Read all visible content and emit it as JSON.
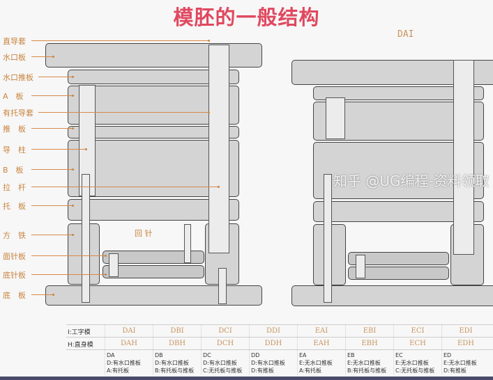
{
  "title": "模胚的一般结构",
  "model_code": "DAI",
  "return_pin_label": "回 针",
  "labels": [
    "直导套",
    "水口板",
    "水口推板",
    "A　板",
    "有托导套",
    "推　板",
    "导　柱",
    "B　板",
    "拉　杆",
    "托　板",
    "方　铁",
    "面针板",
    "底针板",
    "底　板"
  ],
  "table": {
    "rows": [
      {
        "header": "I:工字模",
        "values": [
          "DAI",
          "DBI",
          "DCI",
          "DDI",
          "EAI",
          "EBI",
          "ECI",
          "EDI"
        ]
      },
      {
        "header": "H:直身模",
        "values": [
          "DAH",
          "DBH",
          "DCH",
          "DDH",
          "EAH",
          "EBH",
          "ECH",
          "EDH"
        ]
      }
    ],
    "descriptions": [
      [
        "DA",
        "D:有水口推板",
        "A:有托板"
      ],
      [
        "DB",
        "D:有水口推板",
        "B:有托板与推板"
      ],
      [
        "DC",
        "D:有水口推板",
        "C:无托板与推板"
      ],
      [
        "DD",
        "D:有水口推板",
        "D:有推板"
      ],
      [
        "EA",
        "E:无水口推板",
        "A:有托板"
      ],
      [
        "EB",
        "E:无水口推板",
        "B:有托板与推板"
      ],
      [
        "EC",
        "E:无水口推板",
        "C:无托板与推板"
      ],
      [
        "ED",
        "E:无水口推板",
        "D:有推板"
      ]
    ]
  },
  "watermark": "知乎 @UG编程-资料领取",
  "colors": {
    "title": "#e0485f",
    "label": "#c8843f",
    "code": "#c7945e"
  }
}
